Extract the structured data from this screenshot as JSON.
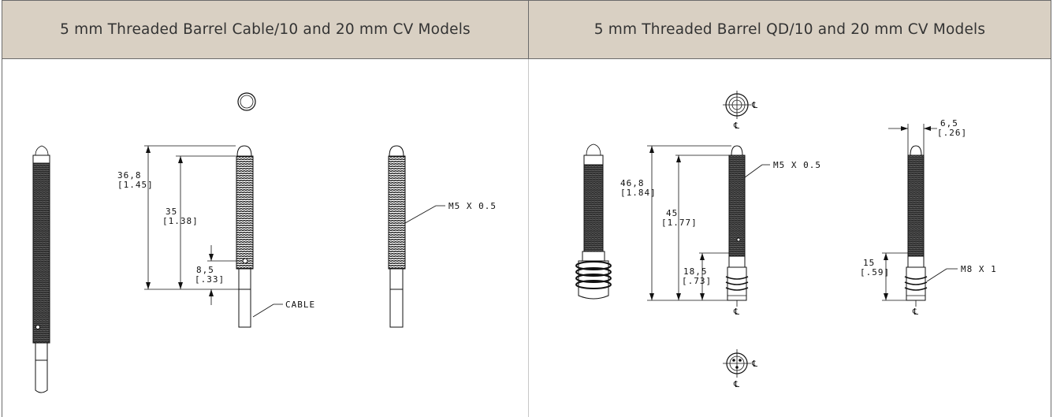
{
  "table": {
    "headers": [
      "5 mm Threaded Barrel Cable/10 and 20 mm CV Models",
      "5 mm Threaded Barrel QD/10 and 20 mm CV Models"
    ]
  },
  "left_drawing": {
    "overall_length": "36,8",
    "overall_length_in": "[1.45]",
    "thread_length": "35",
    "thread_length_in": "[1.38]",
    "led_offset": "8,5",
    "led_offset_in": "[.33]",
    "thread_spec": "M5 X 0.5",
    "cable_label": "CABLE"
  },
  "right_drawing": {
    "overall_length": "46,8",
    "overall_length_in": "[1.84]",
    "thread_length": "45",
    "thread_length_in": "[1.77]",
    "connector_length": "18,5",
    "connector_length_in": "[.73]",
    "thread_spec": "M5 X 0.5",
    "diameter": "6,5",
    "diameter_in": "[.26]",
    "connector_offset": "15",
    "connector_offset_in": "[.59]",
    "connector_thread": "M8 X 1",
    "centerline_symbol": "℄"
  }
}
